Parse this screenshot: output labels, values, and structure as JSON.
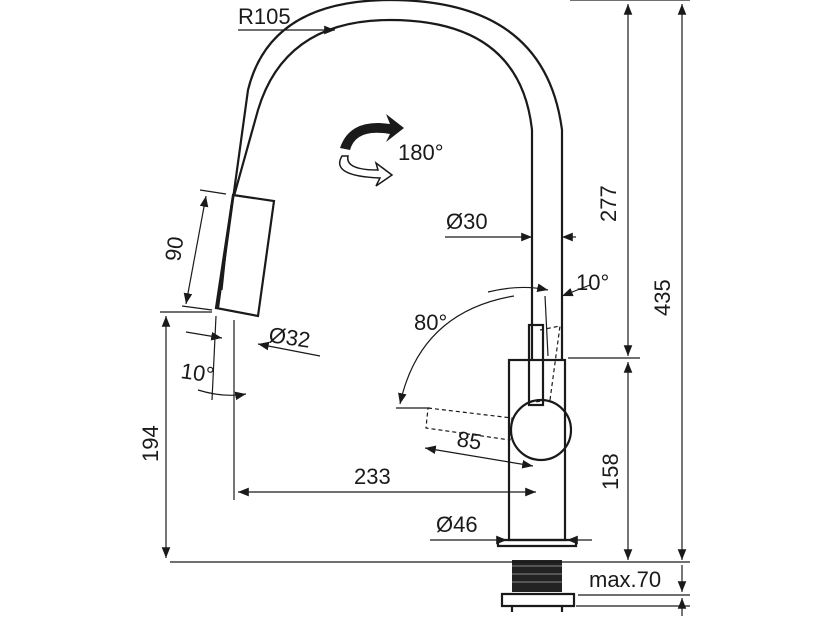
{
  "drawing": {
    "labels": {
      "radius": "R105",
      "rotation": "180°",
      "spout_diameter": "Ø30",
      "spout_height": "277",
      "total_height": "435",
      "handle_tilt": "10°",
      "handle_swing": "80°",
      "spray_length": "90",
      "spray_diameter": "Ø32",
      "spray_tilt": "10°",
      "outlet_height": "194",
      "handle_length": "85",
      "reach": "233",
      "base_height": "158",
      "base_diameter": "Ø46",
      "max_thickness": "max.70"
    },
    "icons": {
      "rotation": "rotation-arrow-icon"
    }
  }
}
